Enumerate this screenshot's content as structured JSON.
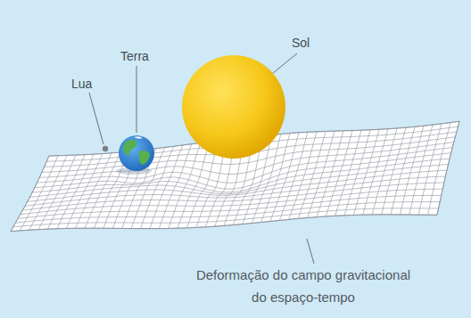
{
  "diagram": {
    "labels": [
      "Lua",
      "Terra",
      "Sol",
      "Deformação do campo gravitacional do espaço-tempo"
    ]
  }
}
